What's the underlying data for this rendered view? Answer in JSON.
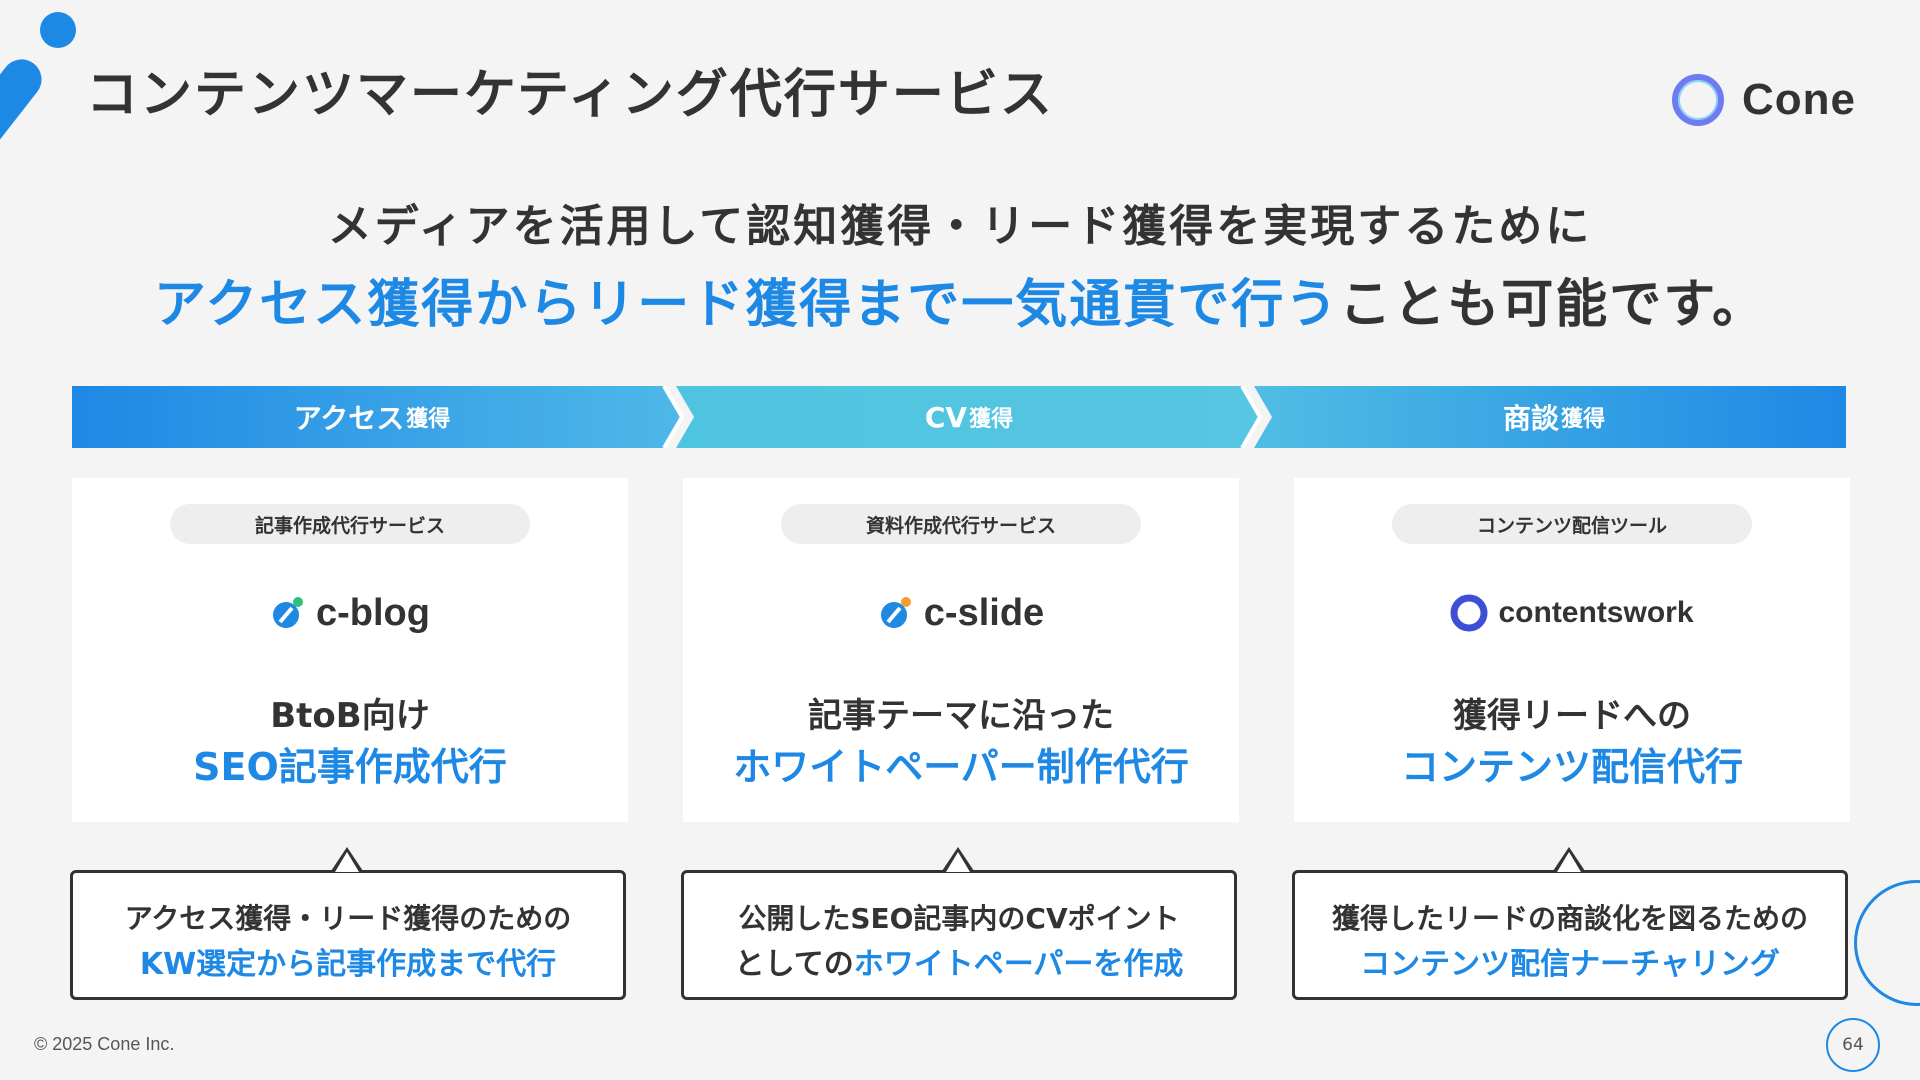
{
  "title": "コンテンツマーケティング代行サービス",
  "brand": {
    "name": "Cone",
    "icon": "cone-ring-logo"
  },
  "lead": {
    "line1": "メディアを活用して認知獲得・リード獲得を実現するために",
    "line2_highlight": "アクセス獲得からリード獲得まで一気通貫で行う",
    "line2_rest": "ことも可能です。"
  },
  "steps": [
    {
      "main": "アクセス",
      "small": "獲得"
    },
    {
      "main": "CV",
      "small": "獲得"
    },
    {
      "main": "商談",
      "small": "獲得"
    }
  ],
  "cards": [
    {
      "pill": "記事作成代行サービス",
      "logo": "c-blog",
      "logo_icon": "c-blog-icon",
      "sub": "BtoB向け",
      "main": "SEO記事作成代行"
    },
    {
      "pill": "資料作成代行サービス",
      "logo": "c-slide",
      "logo_icon": "c-slide-icon",
      "sub": "記事テーマに沿った",
      "main": "ホワイトペーパー制作代行"
    },
    {
      "pill": "コンテンツ配信ツール",
      "logo": "contentswork",
      "logo_icon": "contentswork-icon",
      "sub": "獲得リードへの",
      "main": "コンテンツ配信代行"
    }
  ],
  "callouts": [
    {
      "line1": "アクセス獲得・リード獲得のための",
      "line2_prefix": "",
      "line2": "KW選定から記事作成まで代行"
    },
    {
      "line1": "公開したSEO記事内のCVポイント",
      "line2_prefix": "としての",
      "line2": "ホワイトペーパーを作成"
    },
    {
      "line1": "獲得したリードの商談化を図るための",
      "line2_prefix": "",
      "line2": "コンテンツ配信ナーチャリング"
    }
  ],
  "footer": {
    "copyright": "© 2025 Cone Inc.",
    "page": "64"
  },
  "colors": {
    "accent": "#1e88e5",
    "accent_light": "#5bc8e0",
    "text": "#333333",
    "background": "#f4f4f4"
  }
}
